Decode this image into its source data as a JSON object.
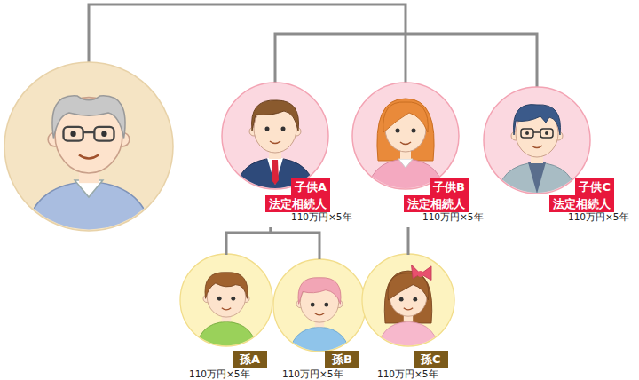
{
  "diagram": {
    "nodes": [
      {
        "text": [
          "子供A",
          "法定相続人",
          "110万円×5年"
        ]
      },
      {
        "text": [
          "子供B",
          "法定相続人",
          "110万円×5年"
        ]
      },
      {
        "text": [
          "子供C",
          "法定相続人",
          "110万円×5年"
        ]
      },
      {
        "text": [
          "孫A",
          "110万円×5年"
        ]
      },
      {
        "text": [
          "孫B",
          "110万円×5年"
        ]
      },
      {
        "text": [
          "孫C",
          "110万円×5年"
        ]
      }
    ],
    "edges": [
      {
        "from": 0,
        "to": 3,
        "arrow": "none"
      },
      {
        "from": 0,
        "to": 4,
        "arrow": "none"
      },
      {
        "from": 1,
        "to": 5,
        "arrow": "none"
      }
    ]
  }
}
